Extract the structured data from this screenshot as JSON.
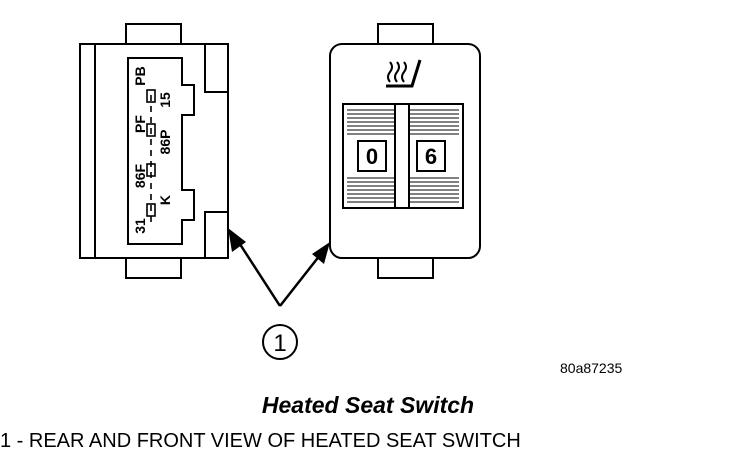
{
  "diagram": {
    "callout": "1",
    "rear_view": {
      "pin_labels": [
        "PB",
        "15",
        "PF",
        "86P",
        "86F",
        "K",
        "31"
      ]
    },
    "front_view": {
      "left_digit": "0",
      "right_digit": "6",
      "icon": "heated-seat-icon"
    },
    "reference_code": "80a87235"
  },
  "title": "Heated Seat Switch",
  "legend": "1 - REAR AND FRONT VIEW OF HEATED SEAT SWITCH"
}
